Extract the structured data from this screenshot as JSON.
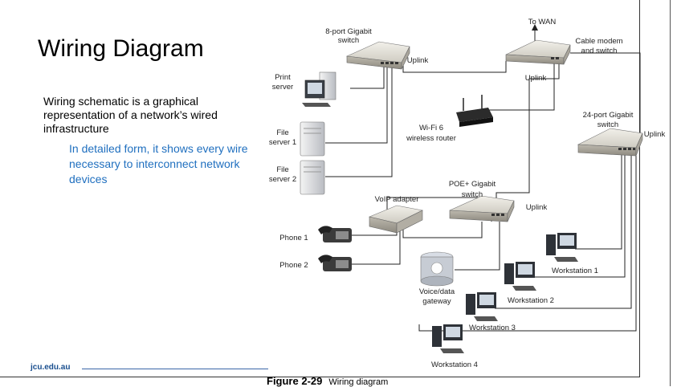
{
  "slide": {
    "title": "Wiring Diagram",
    "body": "Wiring schematic is a graphical representation of a network’s wired infrastructure",
    "sub": "In detailed form, it shows every wire necessary to interconnect network devices",
    "footer": "jcu.edu.au",
    "caption_fig": "Figure 2-29",
    "caption_text": "Wiring diagram"
  },
  "diagram": {
    "switch8": [
      "8-port Gigabit",
      "switch"
    ],
    "uplink": "Uplink",
    "to_wan": "To WAN",
    "modem": [
      "Cable modem",
      "and switch"
    ],
    "print_server": [
      "Print",
      "server"
    ],
    "file_server1": [
      "File",
      "server 1"
    ],
    "file_server2": [
      "File",
      "server 2"
    ],
    "wifi": [
      "Wi-Fi 6",
      "wireless router"
    ],
    "switch24": [
      "24-port Gigabit",
      "switch"
    ],
    "voip": "VoIP adapter",
    "poe": [
      "POE+ Gigabit",
      "switch"
    ],
    "phone1": "Phone 1",
    "phone2": "Phone 2",
    "gateway": [
      "Voice/data",
      "gateway"
    ],
    "ws1": "Workstation 1",
    "ws2": "Workstation 2",
    "ws3": "Workstation 3",
    "ws4": "Workstation 4"
  }
}
